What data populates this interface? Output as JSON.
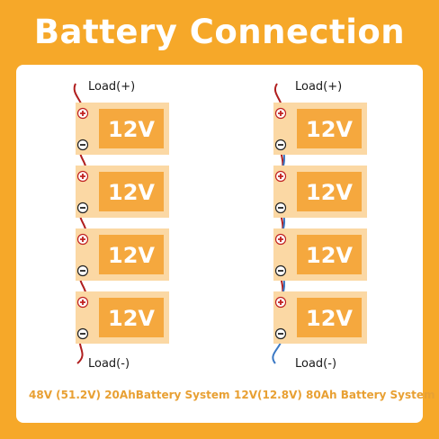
{
  "title": "Battery Connection",
  "left": {
    "load_top": "Load(+)",
    "load_bottom": "Load(-)",
    "caption": "48V (51.2V) 20AhBattery System",
    "batteries": [
      "12V",
      "12V",
      "12V",
      "12V"
    ]
  },
  "right": {
    "load_top": "Load(+)",
    "load_bottom": "Load(-)",
    "caption": "12V(12.8V) 80Ah Battery System",
    "batteries": [
      "12V",
      "12V",
      "12V",
      "12V"
    ]
  },
  "colors": {
    "background": "#f6a829",
    "battery_body": "#fbd8a4",
    "battery_label_box": "#f5a83e",
    "positive_wire": "#b01e1e",
    "negative_wire": "#3a78c4",
    "caption": "#e8a033"
  }
}
